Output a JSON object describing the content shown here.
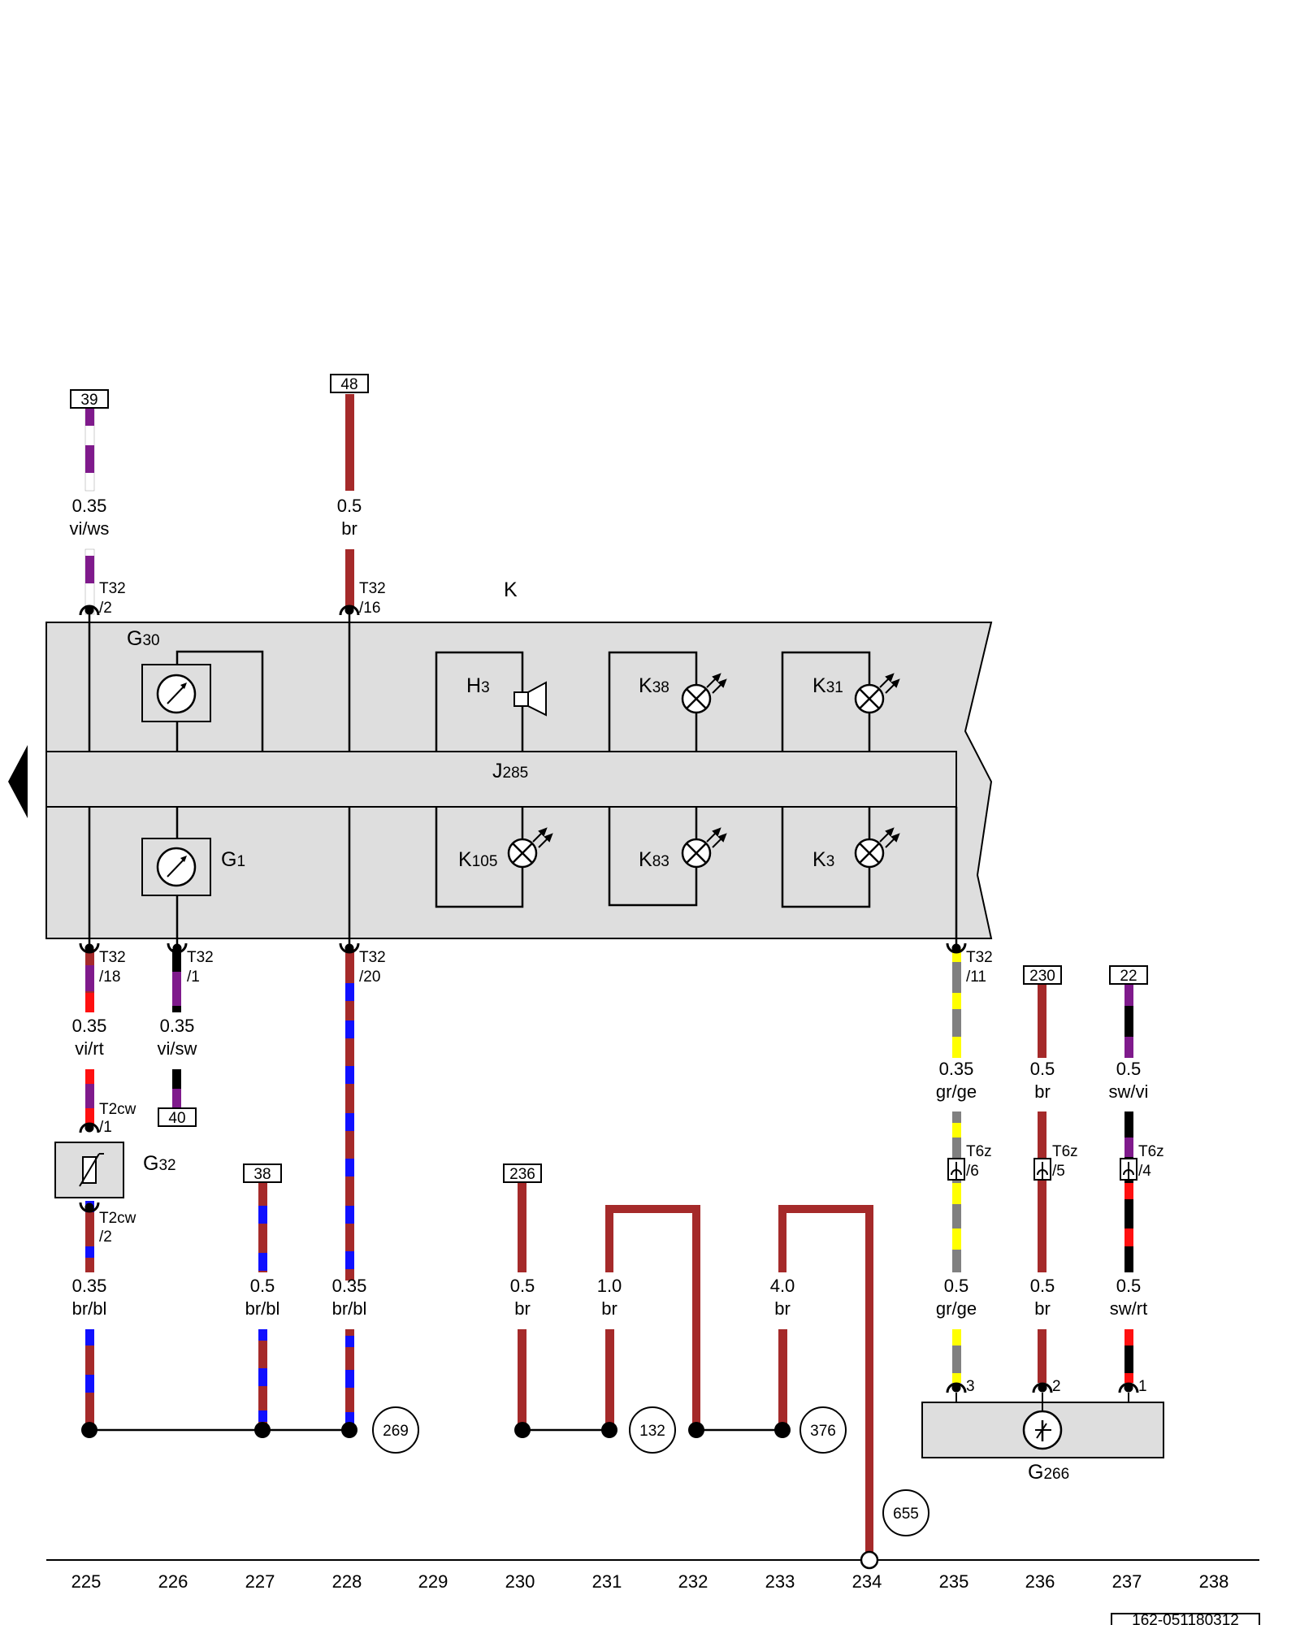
{
  "connections_top": {
    "c39": "39",
    "c48": "48"
  },
  "wires": {
    "w39": {
      "size": "0.35",
      "color": "vi/ws"
    },
    "w48": {
      "size": "0.5",
      "color": "br"
    },
    "w225": {
      "size": "0.35",
      "color": "vi/rt"
    },
    "w226": {
      "size": "0.35",
      "color": "vi/sw"
    },
    "w225b": {
      "size": "0.35",
      "color": "br/bl"
    },
    "w227": {
      "size": "0.5",
      "color": "br/bl"
    },
    "w228": {
      "size": "0.35",
      "color": "br/bl"
    },
    "w230": {
      "size": "0.5",
      "color": "br"
    },
    "w231": {
      "size": "1.0",
      "color": "br"
    },
    "w233": {
      "size": "4.0",
      "color": "br"
    },
    "w235a": {
      "size": "0.35",
      "color": "gr/ge"
    },
    "w236a": {
      "size": "0.5",
      "color": "br"
    },
    "w237a": {
      "size": "0.5",
      "color": "sw/vi"
    },
    "w235b": {
      "size": "0.5",
      "color": "gr/ge"
    },
    "w236b": {
      "size": "0.5",
      "color": "br"
    },
    "w237b": {
      "size": "0.5",
      "color": "sw/rt"
    }
  },
  "pins": {
    "p2": {
      "conn": "T32",
      "pin": "/2"
    },
    "p16": {
      "conn": "T32",
      "pin": "/16"
    },
    "p18": {
      "conn": "T32",
      "pin": "/18"
    },
    "p1": {
      "conn": "T32",
      "pin": "/1"
    },
    "p20": {
      "conn": "T32",
      "pin": "/20"
    },
    "p11": {
      "conn": "T32",
      "pin": "/11"
    },
    "t2cw1": {
      "conn": "T2cw",
      "pin": "/1"
    },
    "t2cw2": {
      "conn": "T2cw",
      "pin": "/2"
    },
    "t6z6": {
      "conn": "T6z",
      "pin": "/6"
    },
    "t6z5": {
      "conn": "T6z",
      "pin": "/5"
    },
    "t6z4": {
      "conn": "T6z",
      "pin": "/4"
    },
    "g266p3": "3",
    "g266p2": "2",
    "g266p1": "1"
  },
  "components": {
    "K": "K",
    "G30": {
      "main": "G",
      "sub": "30"
    },
    "G1": {
      "main": "G",
      "sub": "1"
    },
    "H3": {
      "main": "H",
      "sub": "3"
    },
    "K38": {
      "main": "K",
      "sub": "38"
    },
    "K31": {
      "main": "K",
      "sub": "31"
    },
    "J285": {
      "main": "J",
      "sub": "285"
    },
    "K105": {
      "main": "K",
      "sub": "105"
    },
    "K83": {
      "main": "K",
      "sub": "83"
    },
    "K3": {
      "main": "K",
      "sub": "3"
    },
    "G32": {
      "main": "G",
      "sub": "32"
    },
    "G266": {
      "main": "G",
      "sub": "266"
    }
  },
  "connections_bottom": {
    "c40": "40",
    "c38": "38",
    "c236": "236",
    "c230": "230",
    "c22": "22"
  },
  "ground_refs": {
    "r269": "269",
    "r132": "132",
    "r376": "376",
    "r655": "655"
  },
  "track_numbers": [
    "225",
    "226",
    "227",
    "228",
    "229",
    "230",
    "231",
    "232",
    "233",
    "234",
    "235",
    "236",
    "237",
    "238"
  ],
  "doc_id": "162-051180312",
  "colors": {
    "violet": "#7f1a8c",
    "brown": "#a52a2a",
    "blue": "#1010ff",
    "red": "#ff1010",
    "yellow": "#ffff00",
    "grey": "#808080",
    "black": "#000000",
    "panel": "#dedede"
  }
}
